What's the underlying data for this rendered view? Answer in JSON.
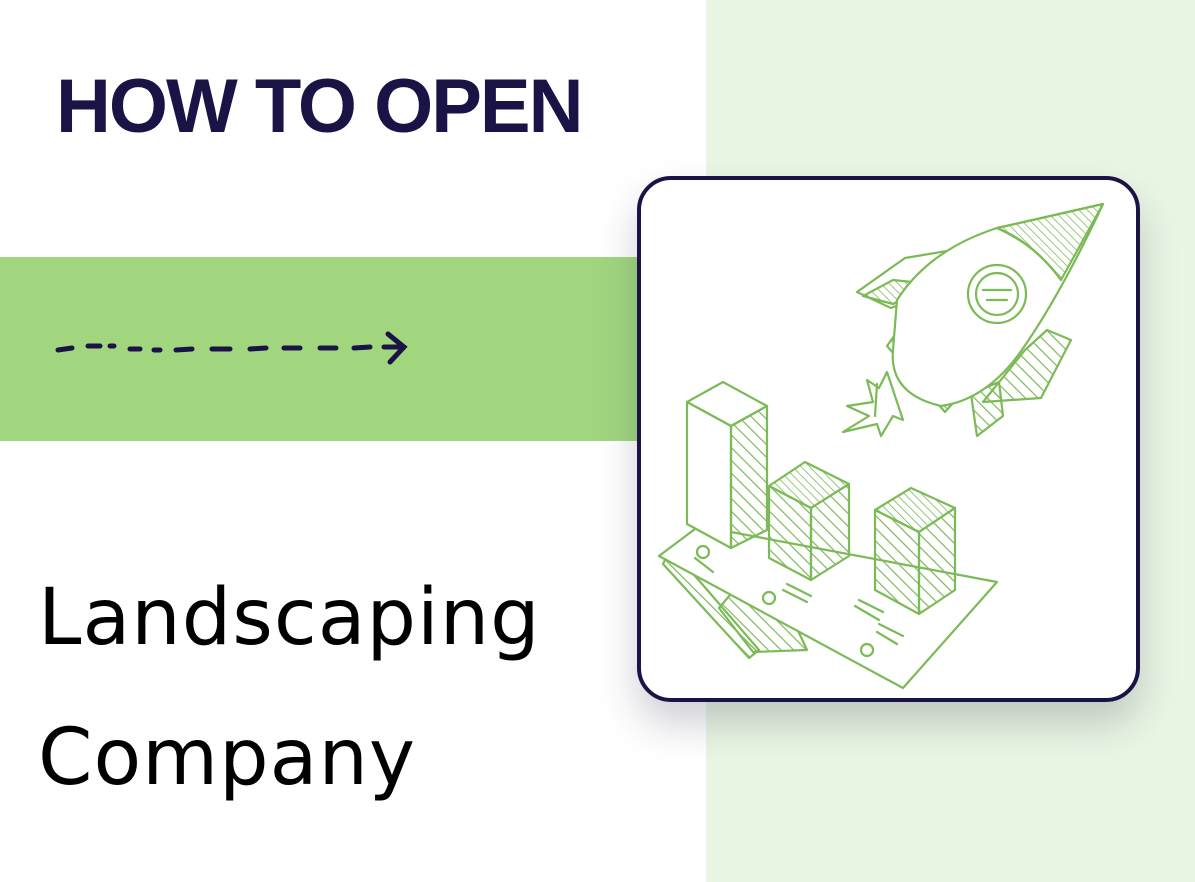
{
  "header": {
    "kicker": "HOW TO OPEN"
  },
  "title": {
    "line1": "Landscaping",
    "line2": "Company"
  },
  "illustration": {
    "icons": [
      "rocket-icon",
      "bar-chart-icon",
      "banknotes-icon",
      "dashed-arrow-icon"
    ]
  },
  "colors": {
    "accent_green": "#a1d67f",
    "panel_green": "#eaf6e4",
    "navy": "#1a1446",
    "sketch_green": "#7cba58",
    "text_black": "#000000"
  }
}
